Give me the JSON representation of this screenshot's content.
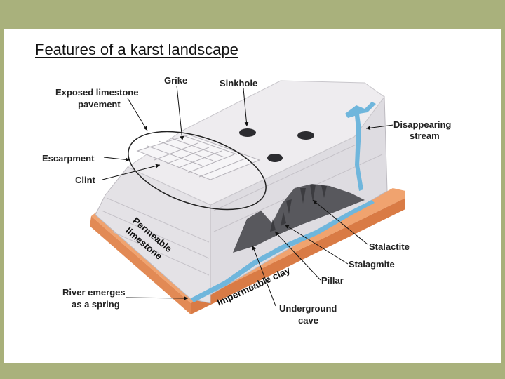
{
  "slide": {
    "title": "Features of a karst landscape"
  },
  "diagram": {
    "labels": {
      "grike": "Grike",
      "sinkhole": "Sinkhole",
      "exposed_pavement_1": "Exposed limestone",
      "exposed_pavement_2": "pavement",
      "disappearing_1": "Disappearing",
      "disappearing_2": "stream",
      "escarpment": "Escarpment",
      "clint": "Clint",
      "permeable_1": "Permeable",
      "permeable_2": "limestone",
      "stalactite": "Stalactite",
      "stalagmite": "Stalagmite",
      "pillar": "Pillar",
      "impermeable_clay": "Impermeable clay",
      "river_1": "River emerges",
      "river_2": "as a spring",
      "cave_1": "Underground",
      "cave_2": "cave"
    },
    "colors": {
      "limestone": "#e9e7ea",
      "limestone_shade": "#d2d0d5",
      "cave": "#555559",
      "clay": "#e8935e",
      "water": "#6fb6dc",
      "frame_bar": "#a9b17c"
    }
  }
}
